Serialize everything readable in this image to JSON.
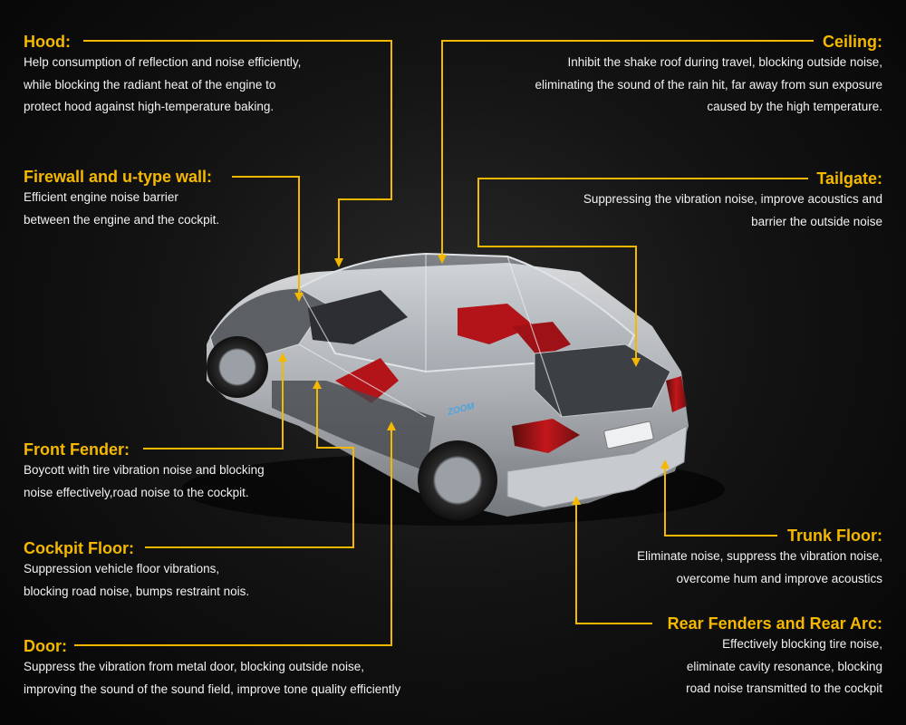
{
  "colors": {
    "accent": "#f5b800",
    "background": "#000000",
    "text": "#ffffff"
  },
  "car_image": {
    "watermark": "ZOOM"
  },
  "callouts": {
    "hood": {
      "title": "Hood:",
      "lines": [
        "Help consumption of reflection and noise efficiently,",
        "while blocking the radiant heat of the engine to",
        "protect hood against high-temperature baking."
      ]
    },
    "firewall": {
      "title": "Firewall and u-type wall:",
      "lines": [
        "Efficient engine noise barrier",
        "between the engine and the cockpit."
      ]
    },
    "front_fender": {
      "title": "Front Fender:",
      "lines": [
        "Boycott with tire vibration noise and blocking",
        "noise effectively,road noise to the cockpit."
      ]
    },
    "cockpit_floor": {
      "title": "Cockpit Floor:",
      "lines": [
        "Suppression vehicle floor vibrations,",
        "blocking road noise, bumps restraint nois."
      ]
    },
    "door": {
      "title": "Door:",
      "lines": [
        "Suppress the vibration from metal door, blocking outside noise,",
        "improving the sound of the sound field, improve tone quality efficiently"
      ]
    },
    "ceiling": {
      "title": "Ceiling:",
      "lines": [
        "Inhibit the shake roof during travel, blocking outside noise,",
        "eliminating the sound of the rain hit, far away from sun exposure",
        "caused by the high temperature."
      ]
    },
    "tailgate": {
      "title": "Tailgate:",
      "lines": [
        "Suppressing the vibration noise, improve acoustics and",
        "barrier the outside noise"
      ]
    },
    "trunk_floor": {
      "title": "Trunk Floor:",
      "lines": [
        "Eliminate noise, suppress the vibration noise,",
        "overcome hum and improve acoustics"
      ]
    },
    "rear_fenders": {
      "title": "Rear Fenders and Rear Arc:",
      "lines": [
        "Effectively blocking tire noise,",
        "eliminate cavity resonance, blocking",
        "road noise transmitted to the cockpit"
      ]
    }
  }
}
